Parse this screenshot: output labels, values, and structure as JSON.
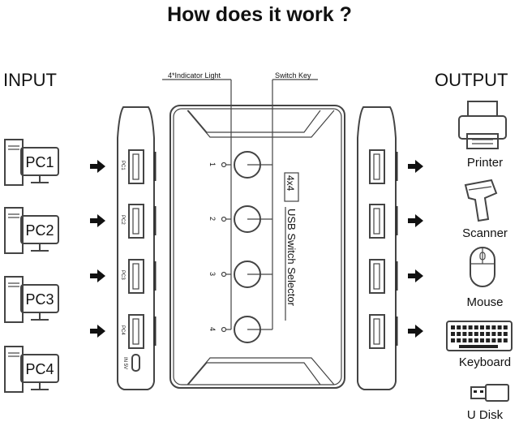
{
  "title": "How does it work ?",
  "input_label": "INPUT",
  "output_label": "OUTPUT",
  "inputs": [
    {
      "label": "PC1"
    },
    {
      "label": "PC2"
    },
    {
      "label": "PC3"
    },
    {
      "label": "PC4"
    }
  ],
  "device": {
    "indicator_label": "4*Indicator Light",
    "switch_key_label": "Switch Key",
    "model": "4x4",
    "name": "USB Switch Selector",
    "buttons": [
      "1",
      "2",
      "3",
      "4"
    ],
    "port_labels": [
      "PC1",
      "PC2",
      "PC3",
      "PC4"
    ],
    "power_label": "IN 5V"
  },
  "outputs": [
    {
      "label": "Printer",
      "icon": "printer-icon"
    },
    {
      "label": "Scanner",
      "icon": "scanner-icon"
    },
    {
      "label": "Mouse",
      "icon": "mouse-icon"
    },
    {
      "label": "Keyboard",
      "icon": "keyboard-icon"
    },
    {
      "label": "U Disk",
      "icon": "usb-disk-icon"
    }
  ]
}
